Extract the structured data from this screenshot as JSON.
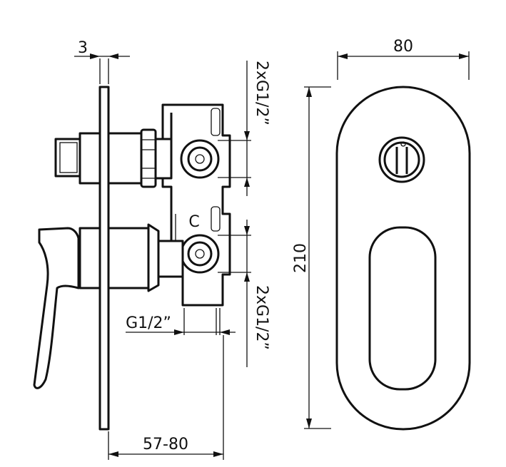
{
  "dimensions": {
    "plate_thickness": "3",
    "cover_width": "80",
    "cover_height": "210",
    "outlet_top": "2xG1/2”",
    "outlet_bottom": "2xG1/2”",
    "inlet": "G1/2”",
    "depth_range": "57-80"
  },
  "markings": {
    "cold_symbol": "C"
  },
  "colors": {
    "line": "#111111",
    "background": "#ffffff"
  }
}
